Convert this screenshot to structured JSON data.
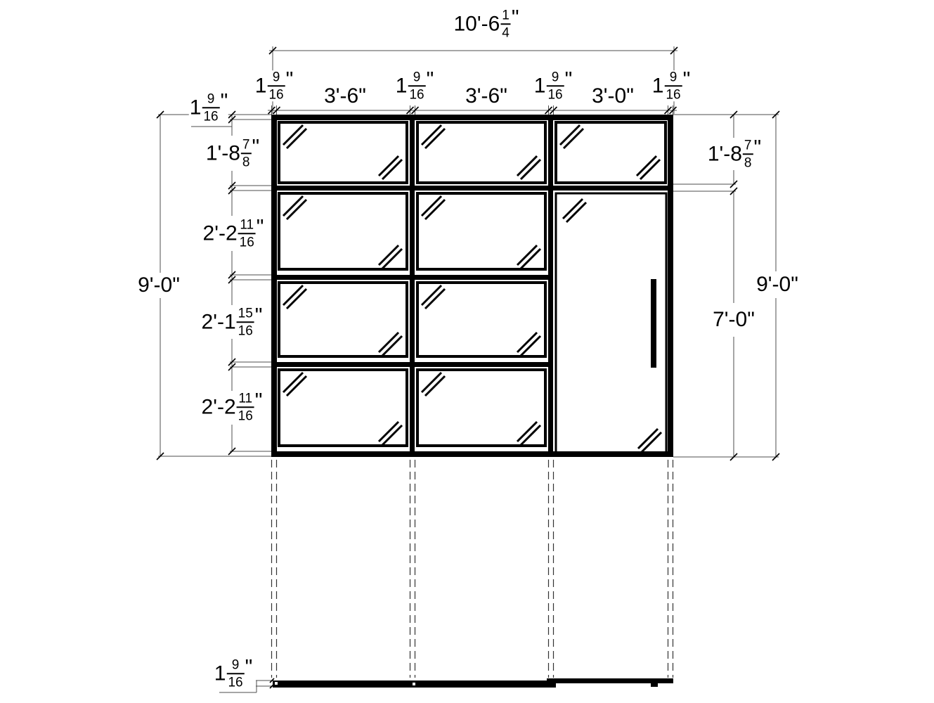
{
  "drawing": {
    "description": "Dimensioned elevation and plan of a glass partition wall with sliding door",
    "line_color": "#000000",
    "dim_line_color": "#4d4d4d"
  },
  "labels": {
    "overall_width": {
      "pre": "10'-6",
      "num": "1",
      "den": "4",
      "post": "\""
    },
    "top_chain": [
      {
        "pre": "1",
        "num": "9",
        "den": "16",
        "post": "\""
      },
      {
        "text": "3'-6\""
      },
      {
        "pre": "1",
        "num": "9",
        "den": "16",
        "post": "\""
      },
      {
        "text": "3'-6\""
      },
      {
        "pre": "1",
        "num": "9",
        "den": "16",
        "post": "\""
      },
      {
        "text": "3'-0\""
      },
      {
        "pre": "1",
        "num": "9",
        "den": "16",
        "post": "\""
      }
    ],
    "left_chain": [
      {
        "pre": "1",
        "num": "9",
        "den": "16",
        "post": "\""
      },
      {
        "pre": "1'-8",
        "num": "7",
        "den": "8",
        "post": "\""
      },
      {
        "pre": "2'-2",
        "num": "11",
        "den": "16",
        "post": "\""
      },
      {
        "pre": "2'-1",
        "num": "15",
        "den": "16",
        "post": "\""
      },
      {
        "pre": "2'-2",
        "num": "11",
        "den": "16",
        "post": "\""
      }
    ],
    "left_overall_height": {
      "text": "9'-0\""
    },
    "right_chain": [
      {
        "pre": "1'-8",
        "num": "7",
        "den": "8",
        "post": "\""
      },
      {
        "text": "7'-0\""
      }
    ],
    "right_overall_height": {
      "text": "9'-0\""
    },
    "sill_depth": {
      "pre": "1",
      "num": "9",
      "den": "16",
      "post": "\""
    }
  }
}
